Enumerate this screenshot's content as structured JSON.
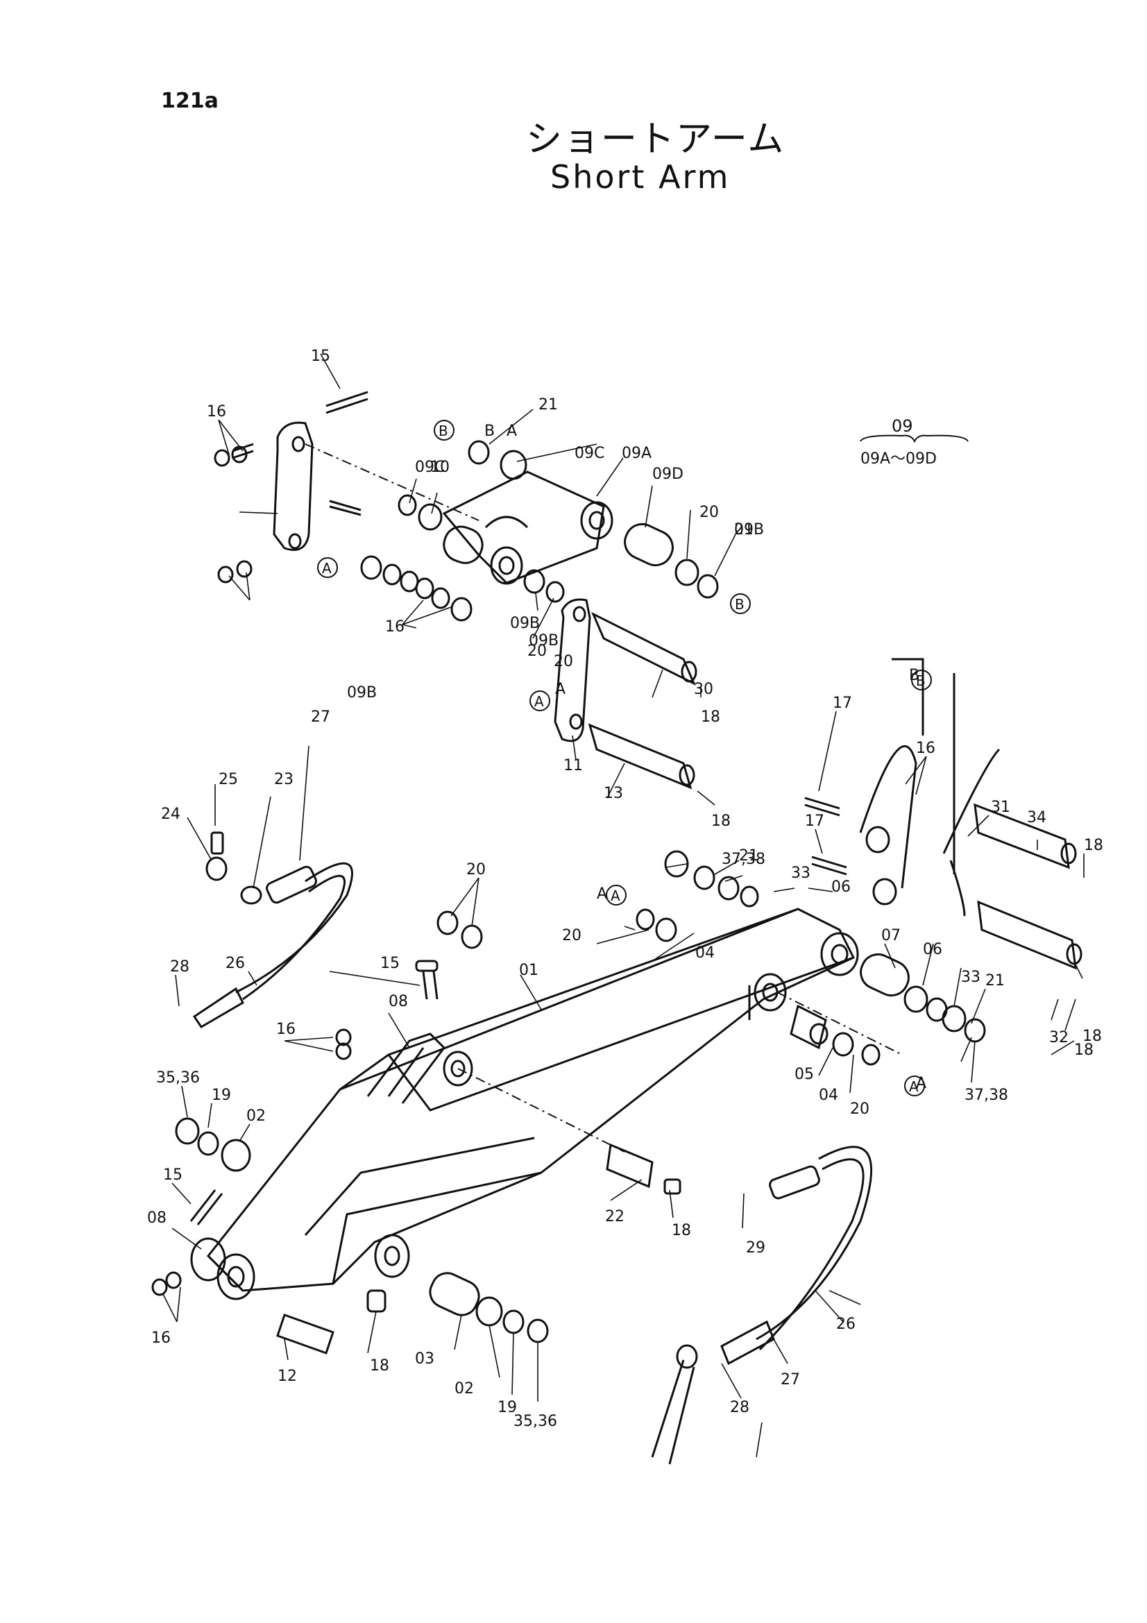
{
  "page_number": "121a",
  "title_jp": "ショートアーム",
  "title_en": "Short Arm",
  "group_note": {
    "code": "09",
    "range": "09A～09D"
  },
  "callout_letters": [
    "A",
    "B"
  ],
  "part_labels": [
    "15",
    "16",
    "21",
    "09C",
    "09A",
    "09D",
    "20",
    "09B",
    "10",
    "A",
    "B",
    "09C",
    "21",
    "09B",
    "20",
    "09B",
    "09B",
    "20",
    "16",
    "30",
    "A",
    "18",
    "11",
    "13",
    "18",
    "17",
    "16",
    "17",
    "B",
    "31",
    "34",
    "18",
    "18",
    "32",
    "18",
    "37,38",
    "21",
    "33",
    "06",
    "A",
    "20",
    "04",
    "07",
    "06",
    "33",
    "21",
    "01",
    "15",
    "08",
    "16",
    "20",
    "27",
    "23",
    "25",
    "24",
    "26",
    "28",
    "35,36",
    "19",
    "02",
    "15",
    "08",
    "16",
    "05",
    "04",
    "20",
    "A",
    "37,38",
    "22",
    "18",
    "29",
    "12",
    "18",
    "03",
    "02",
    "19",
    "35,36",
    "26",
    "27",
    "28"
  ]
}
